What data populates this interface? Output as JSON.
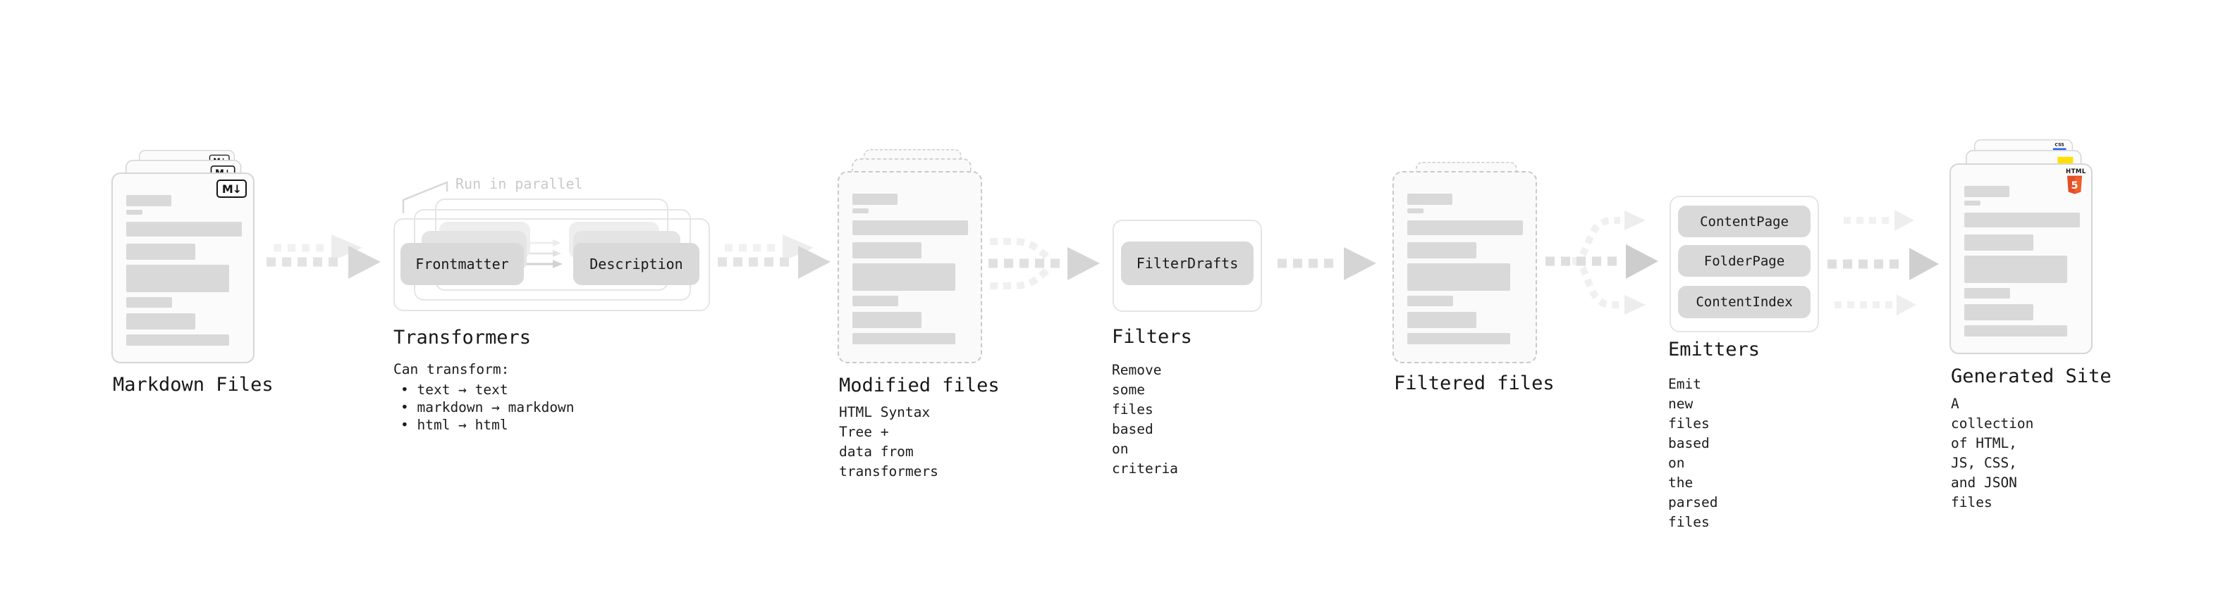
{
  "diagram": {
    "markdown_files": {
      "label": "Markdown Files",
      "badge": "M↓"
    },
    "transformers": {
      "label": "Transformers",
      "annotation": "Run in parallel",
      "chips": [
        "Frontmatter",
        "Description"
      ],
      "desc_title": "Can transform:",
      "bullets": [
        "• text → text",
        "• markdown → markdown",
        "• html → html"
      ]
    },
    "modified_files": {
      "label": "Modified files",
      "desc": "HTML Syntax Tree +\ndata from transformers"
    },
    "filters": {
      "label": "Filters",
      "chips": [
        "FilterDrafts"
      ],
      "desc": "Remove some files based\non criteria"
    },
    "filtered_files": {
      "label": "Filtered files"
    },
    "emitters": {
      "label": "Emitters",
      "chips": [
        "ContentPage",
        "FolderPage",
        "ContentIndex"
      ],
      "desc": "Emit new files based on\nthe parsed files"
    },
    "generated_site": {
      "label": "Generated Site",
      "desc": "A collection of HTML,\nJS, CSS, and JSON files",
      "badges": {
        "html5": {
          "label": "HTML",
          "numeral": "5"
        },
        "css": {
          "label": "CSS"
        }
      }
    },
    "colors": {
      "html5_orange": "#e44d26",
      "css_blue": "#2965f1",
      "js_yellow": "#ffdf00"
    }
  }
}
